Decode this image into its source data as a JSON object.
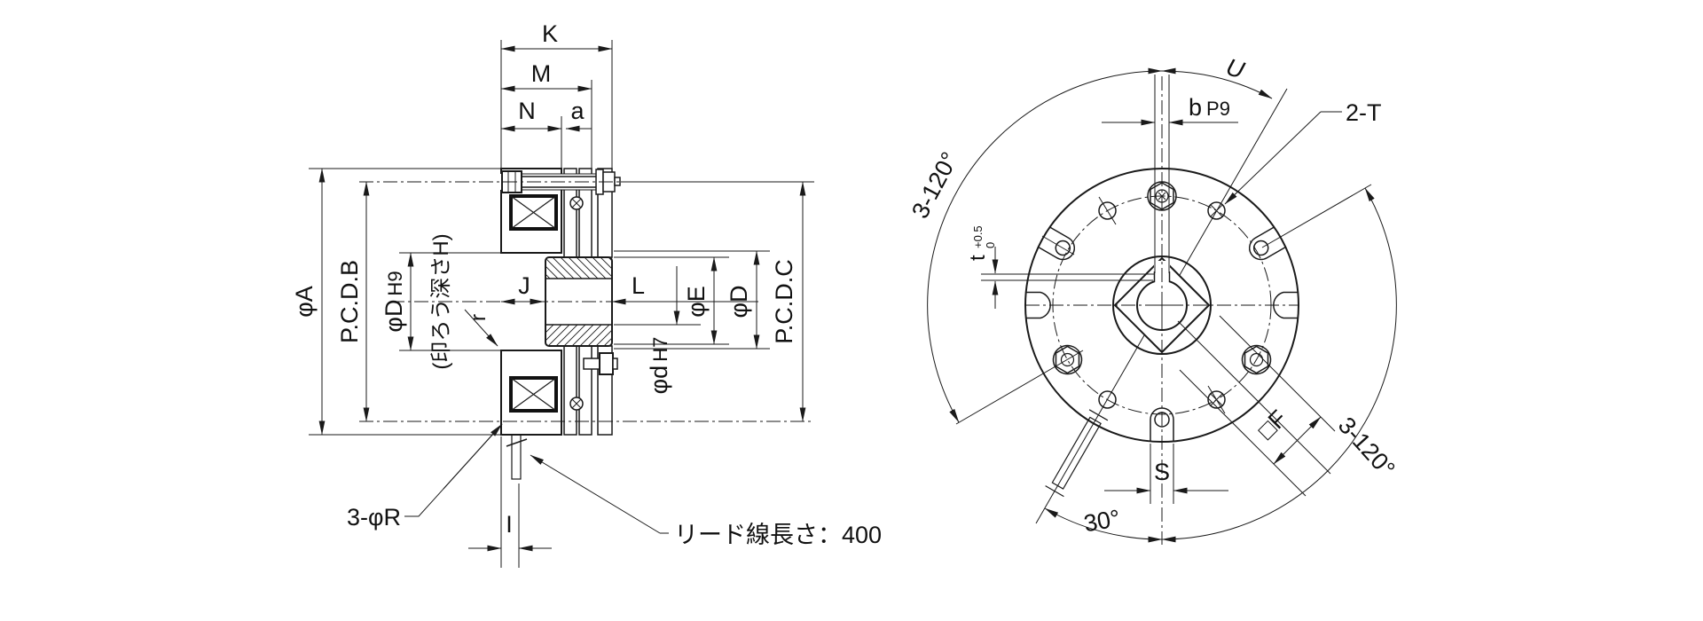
{
  "colors": {
    "line": "#1a1a1a",
    "background": "#ffffff"
  },
  "section_view": {
    "width_dims": {
      "K": "K",
      "M": "M",
      "N": "N",
      "a": "a",
      "J": "J",
      "L": "L",
      "I": "I"
    },
    "diameter_dims": {
      "phi_A": "φA",
      "pcd_B": "P.C.D.B",
      "phi_D_H9": {
        "main": "φD",
        "fit": "H9"
      },
      "spigot_note": "(印ろう深さH)",
      "fillet": "r",
      "phi_E": "φE",
      "phi_D": "φD",
      "pcd_C": "P.C.D.C",
      "phi_d_H7": {
        "main": "φd",
        "fit": "H7"
      }
    },
    "callouts": {
      "mount_holes": "3-φR",
      "lead_wire": "リード線長さ：400"
    }
  },
  "front_view": {
    "dims": {
      "U": "U",
      "keyway_width": {
        "main": "b",
        "fit": "P9"
      },
      "keyway_depth": {
        "main": "t",
        "tol_upper": "+0.5",
        "tol_lower": "0"
      },
      "tapped_holes": "2-T",
      "spacing_upper_left": "3-120°",
      "spacing_lower_right": "3-120°",
      "square_across_flats": "□F",
      "slot_width": "S",
      "lead_angle": "30°"
    }
  }
}
